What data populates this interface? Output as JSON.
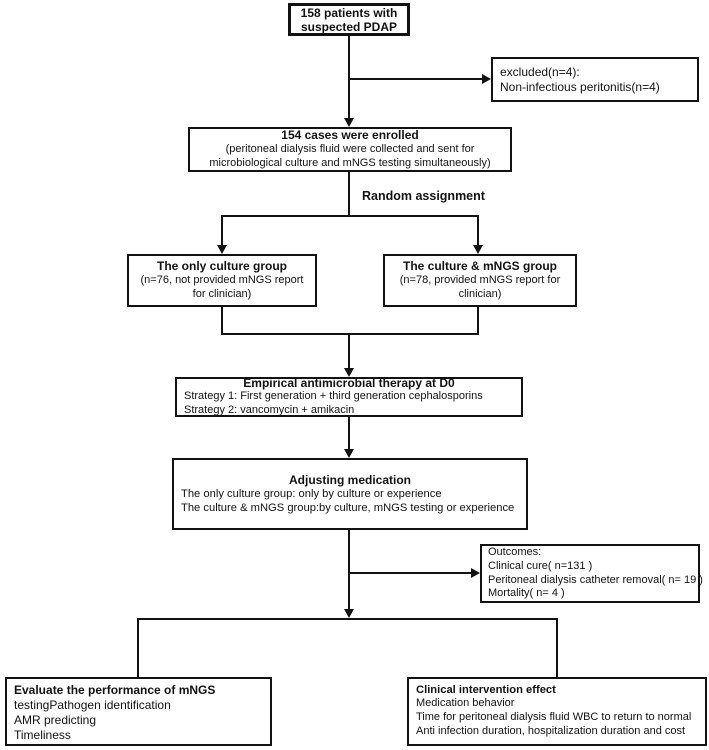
{
  "figure": {
    "type": "flowchart",
    "colors": {
      "line": "#121212",
      "background": "#ffffff",
      "text": "#121212"
    }
  },
  "boxes": {
    "patients": {
      "lines": [
        "158 patients with",
        "suspected PDAP"
      ]
    },
    "excluded": {
      "lines": [
        "excluded(n=4):",
        "Non-infectious peritonitis(n=4)"
      ]
    },
    "enrolled": {
      "title": "154 cases were enrolled",
      "lines": [
        "(peritoneal dialysis fluid were collected and sent for",
        "microbiological culture and mNGS testing simultaneously)"
      ]
    },
    "culture_group": {
      "title": "The only culture group",
      "lines": [
        "(n=76, not provided mNGS report",
        "for clinician)"
      ]
    },
    "mngs_group": {
      "title": "The culture & mNGS group",
      "lines": [
        "(n=78, provided mNGS report for",
        "clinician)"
      ]
    },
    "empirical": {
      "title": "Empirical antimicrobial therapy at D0",
      "lines": [
        "Strategy 1: First generation + third generation cephalosporins",
        "Strategy 2: vancomycin + amikacin"
      ]
    },
    "adjusting": {
      "title": "Adjusting medication",
      "lines": [
        "The only culture group: only by culture or experience",
        "The culture  &  mNGS group:by culture, mNGS testing or experience"
      ]
    },
    "outcomes": {
      "lines": [
        "Outcomes:",
        "Clinical cure( n=131 )",
        "Peritoneal dialysis catheter removal( n= 19 )",
        "Mortality( n= 4 )"
      ]
    },
    "evaluate": {
      "title": "Evaluate the performance of mNGS",
      "lines": [
        "testingPathogen identification",
        "AMR predicting",
        "Timeliness"
      ]
    },
    "clinical": {
      "title": "Clinical intervention effect",
      "lines": [
        "Medication behavior",
        "Time for peritoneal dialysis fluid WBC to return to normal",
        "Anti infection duration, hospitalization duration and cost"
      ]
    }
  },
  "labels": {
    "random_assignment": "Random assignment"
  }
}
